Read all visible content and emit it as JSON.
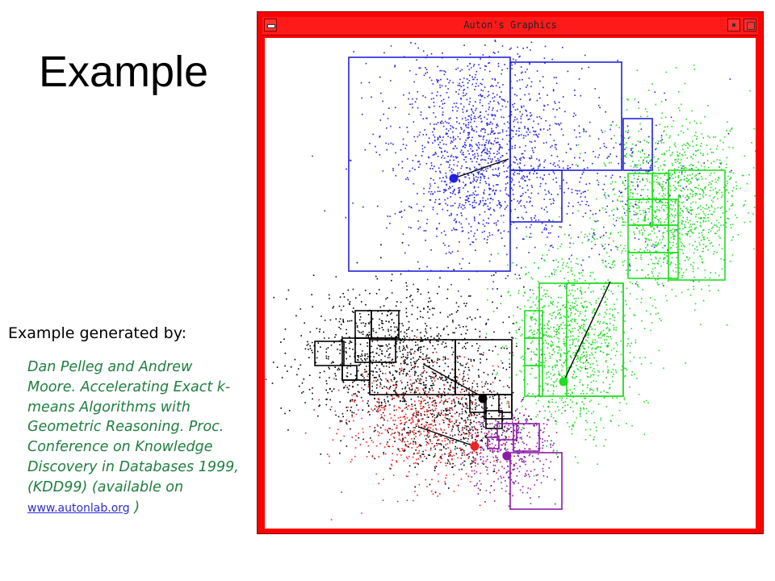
{
  "slide": {
    "title": "Example",
    "credit_heading": "Example generated by:",
    "citation_text": "Dan Pelleg and Andrew Moore. Accelerating Exact k-means Algorithms with Geometric Reasoning. Proc. Conference on Knowledge Discovery in Databases 1999, (KDD99) (available on",
    "link_text": "www.autonlab.org",
    "citation_tail": " )"
  },
  "window": {
    "title": "Auton's Graphics",
    "icons": {
      "menu": "window-menu-icon",
      "minimize": "minimize-icon",
      "maximize": "maximize-icon"
    }
  },
  "colors": {
    "window_frame": "#ff0000",
    "citation": "#1f7f3f",
    "link": "#2d2dd0",
    "blue_cluster": "#2222dd",
    "green_cluster": "#22dd22",
    "black_cluster": "#000000",
    "red_cluster": "#ee2222",
    "purple_cluster": "#8a1aa8"
  }
}
